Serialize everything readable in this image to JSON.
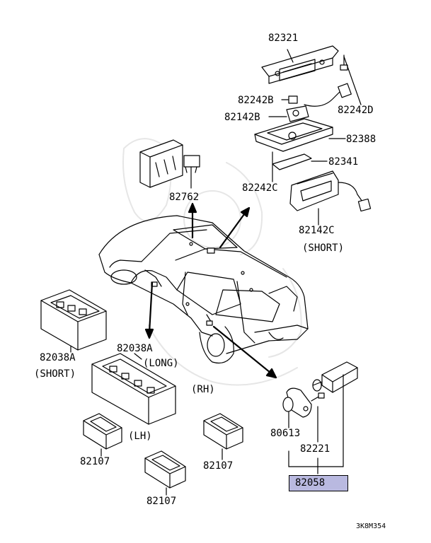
{
  "highlight_color": "#b9b9e0",
  "labels": {
    "p82321": "82321",
    "p82242b": "82242B",
    "p82242d": "82242D",
    "p82142b": "82142B",
    "p82388": "82388",
    "p82341": "82341",
    "p82242c": "82242C",
    "p82142c": "82142C",
    "short_top": "(SHORT)",
    "p82762": "82762",
    "p82038a_left": "82038A",
    "short_left": "(SHORT)",
    "p82038a_mid": "82038A",
    "long": "(LONG)",
    "rh": "(RH)",
    "lh": "(LH)",
    "p82107_a": "82107",
    "p82107_b": "82107",
    "p82107_c": "82107",
    "p80613": "80613",
    "p82221": "82221",
    "p82058": "82058",
    "diagram_code": "3K8M354"
  }
}
